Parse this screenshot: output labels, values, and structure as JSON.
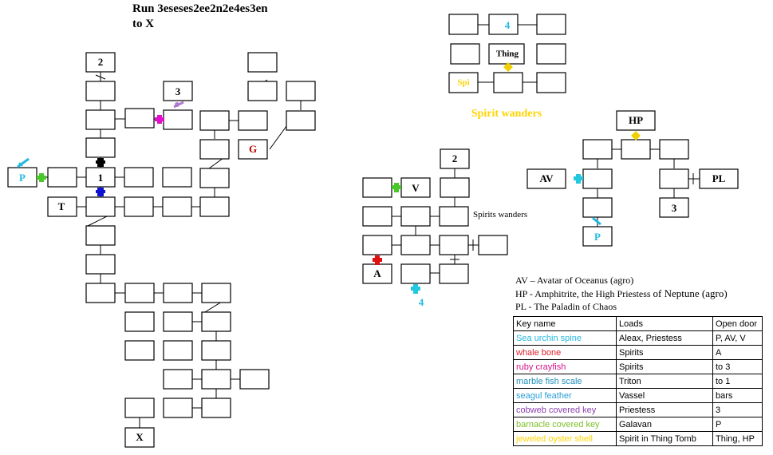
{
  "header": {
    "route": "Run 3eseses2ee2n2e4es3en",
    "target": "to X"
  },
  "map_labels": {
    "left": {
      "room_2": "2",
      "room_3": "3",
      "room_g": "G",
      "room_p": "P",
      "room_1": "1",
      "room_t": "T",
      "room_x": "X"
    },
    "top_right": {
      "room_4": "4",
      "room_thing": "Thing",
      "room_spi": "Spi",
      "spirit_wanders": "Spirit wanders"
    },
    "middle": {
      "room_2": "2",
      "room_v": "V",
      "room_a": "A",
      "room_4": "4",
      "spirits_wanders": "Spirits wanders"
    },
    "right": {
      "room_hp": "HP",
      "room_av": "AV",
      "room_pl": "PL",
      "room_3": "3",
      "room_p": "P"
    }
  },
  "legend": {
    "av": "AV – Avatar of Oceanus (agro)",
    "hp_prefix": "HP - Amphitrite, the High Priestess ",
    "hp_suffix": "of Neptune (agro)",
    "pl": "PL - The Paladin of Chaos"
  },
  "key_table": {
    "headers": [
      "Key name",
      "Loads",
      "Open door"
    ],
    "rows": [
      {
        "name": "Sea urchin spine",
        "loads": "Aleax, Priestess",
        "door": "P, AV, V",
        "color": "#22b8e0"
      },
      {
        "name": "whale bone",
        "loads": "Spirits",
        "door": "A",
        "color": "#e0202a"
      },
      {
        "name": "ruby crayfish",
        "loads": "Spirits",
        "door": "to 3",
        "color": "#d4148c"
      },
      {
        "name": "marble fish scale",
        "loads": "Triton",
        "door": "to 1",
        "color": "#1f8fb8"
      },
      {
        "name": "seagul feather",
        "loads": "Vassel",
        "door": "bars",
        "color": "#2aa0d8"
      },
      {
        "name": "cobweb covered key",
        "loads": "Priestess",
        "door": "3",
        "color": "#8a3fb0"
      },
      {
        "name": "barnacle covered key",
        "loads": "Galavan",
        "door": "P",
        "color": "#7cc02a"
      },
      {
        "name": "jeweled oyster shell",
        "loads": "Spirit in Thing Tomb",
        "door": "Thing, HP",
        "color": "#ffd400"
      }
    ]
  },
  "colors": {
    "black_cross": "#000000",
    "blue_cross": "#1010d0",
    "green_cross": "#4ac82a",
    "magenta_cross": "#e010c8",
    "red_cross": "#e01010",
    "cyan_cross": "#22c8e0",
    "yellow_cross": "#f0d000",
    "gold_diamond": "#f0d000",
    "room_g": "#c00000",
    "room_p": "#22b8e0",
    "spi": "#ffd400"
  }
}
